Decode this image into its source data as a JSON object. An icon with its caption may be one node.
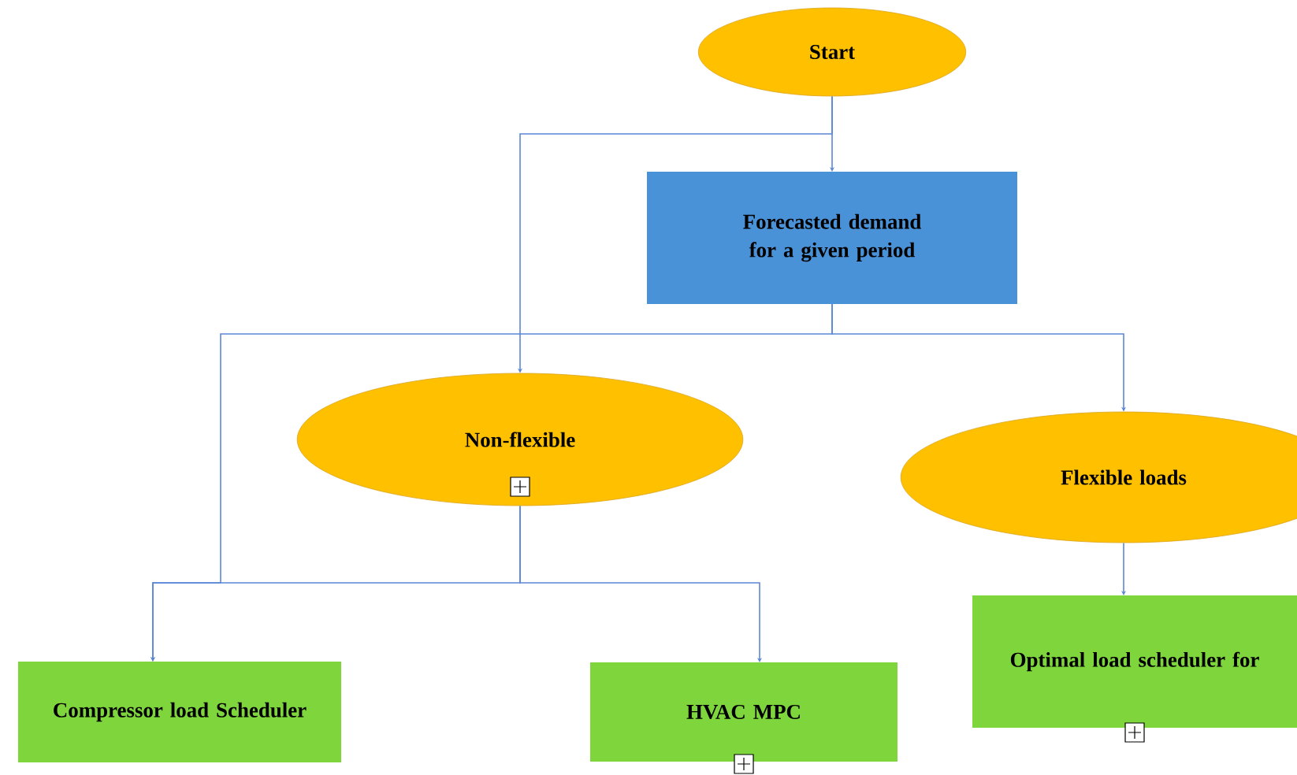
{
  "diagram": {
    "nodes": [
      {
        "text": [
          "Start"
        ]
      },
      {
        "text": [
          "Forecasted demand for a given period"
        ]
      },
      {
        "text": [
          "Non-flexible"
        ]
      },
      {
        "text": [
          "Flexible loads"
        ]
      },
      {
        "text": [
          "Compressor load Scheduler"
        ]
      },
      {
        "text": [
          "HVAC MPC"
        ]
      },
      {
        "text": [
          "Optimal load scheduler for"
        ]
      }
    ],
    "edges": [
      {
        "from": 0,
        "to": 1,
        "arrow": "to"
      },
      {
        "from": 0,
        "to": 2,
        "arrow": "to"
      },
      {
        "from": 1,
        "to": 3,
        "arrow": "to"
      },
      {
        "from": 1,
        "to": 4,
        "arrow": "to"
      },
      {
        "from": 2,
        "to": 4,
        "arrow": "to"
      },
      {
        "from": 2,
        "to": 5,
        "arrow": "to"
      },
      {
        "from": 3,
        "to": 6,
        "arrow": "to"
      }
    ]
  }
}
